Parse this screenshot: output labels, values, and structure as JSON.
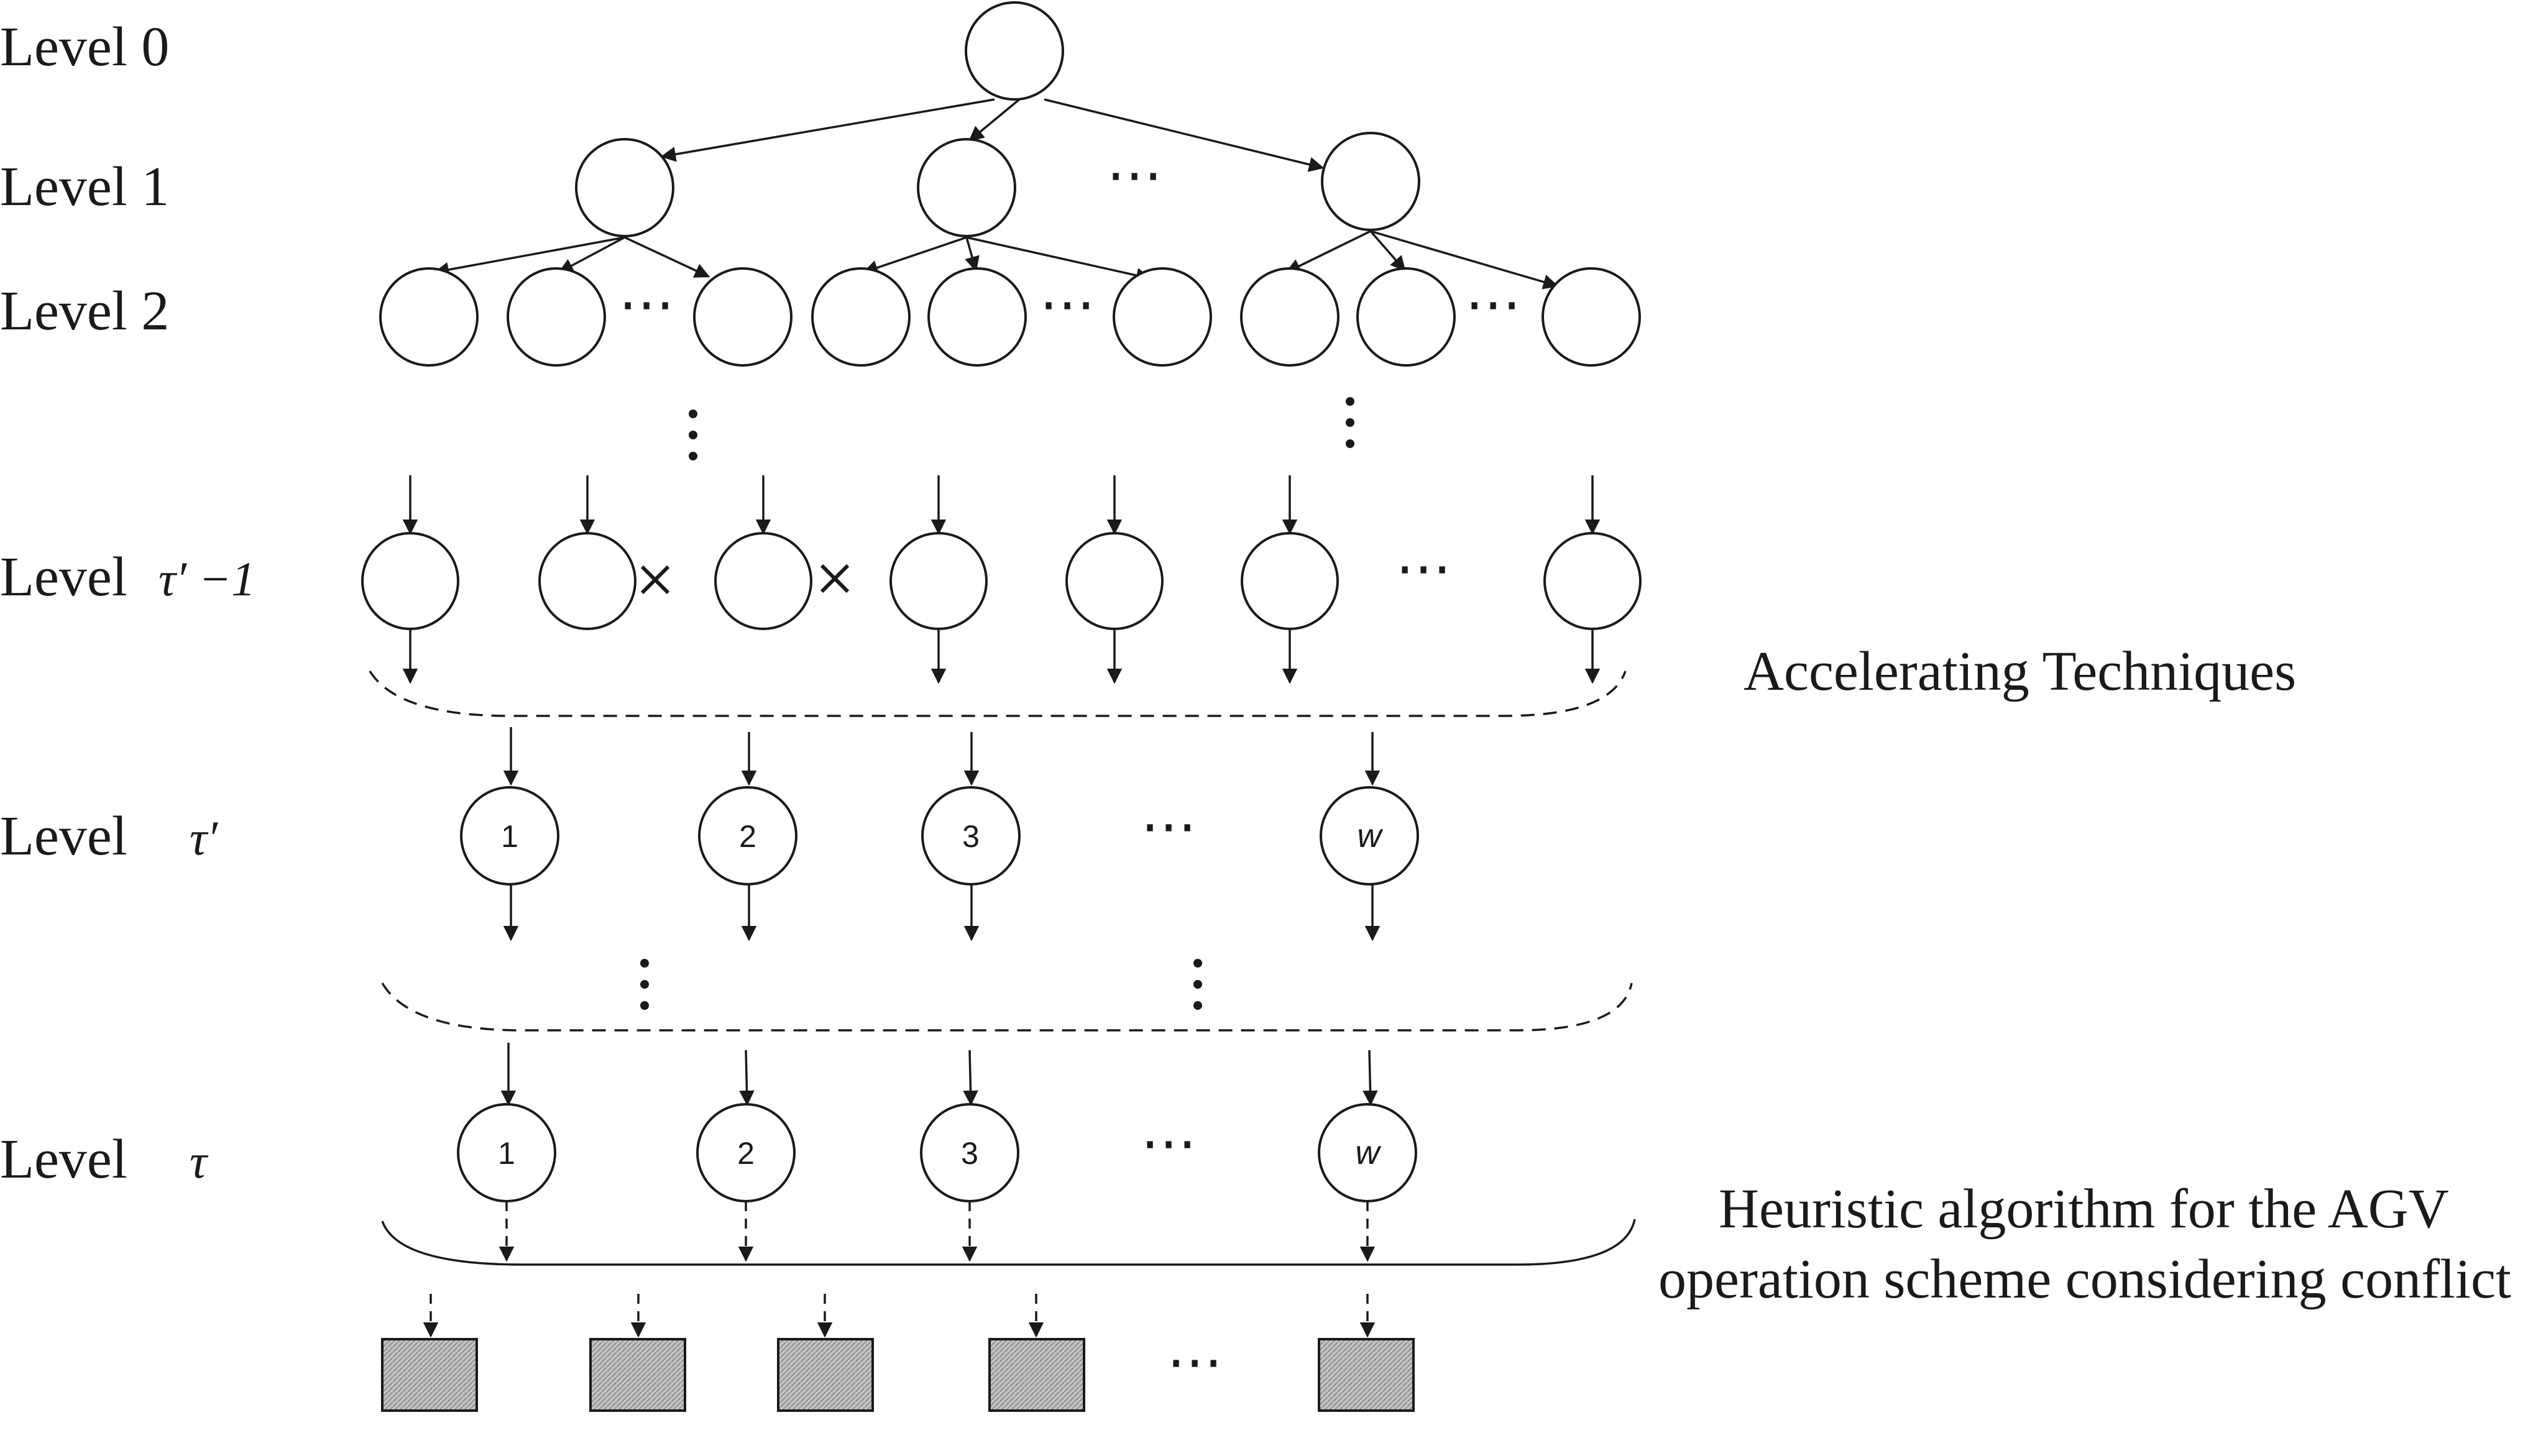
{
  "levels": {
    "level0": "Level 0",
    "level1": "Level 1",
    "level2": "Level 2",
    "level_tau_prime_minus_1_word": "Level",
    "level_tau_prime_minus_1_sym": "τ′ −1",
    "level_tau_prime_word": "Level",
    "level_tau_prime_sym": "τ′",
    "level_tau_word": "Level",
    "level_tau_sym": "τ"
  },
  "annotations": {
    "accelerating": "Accelerating Techniques",
    "heuristic_line1": "Heuristic algorithm for the AGV",
    "heuristic_line2": "operation scheme considering conflict"
  },
  "node_labels": {
    "tau_prime": [
      "1",
      "2",
      "3",
      "w"
    ],
    "tau": [
      "1",
      "2",
      "3",
      "w"
    ]
  },
  "colors": {
    "line": "#1a1a1a",
    "leaf_fill": "#b0b0b0"
  }
}
